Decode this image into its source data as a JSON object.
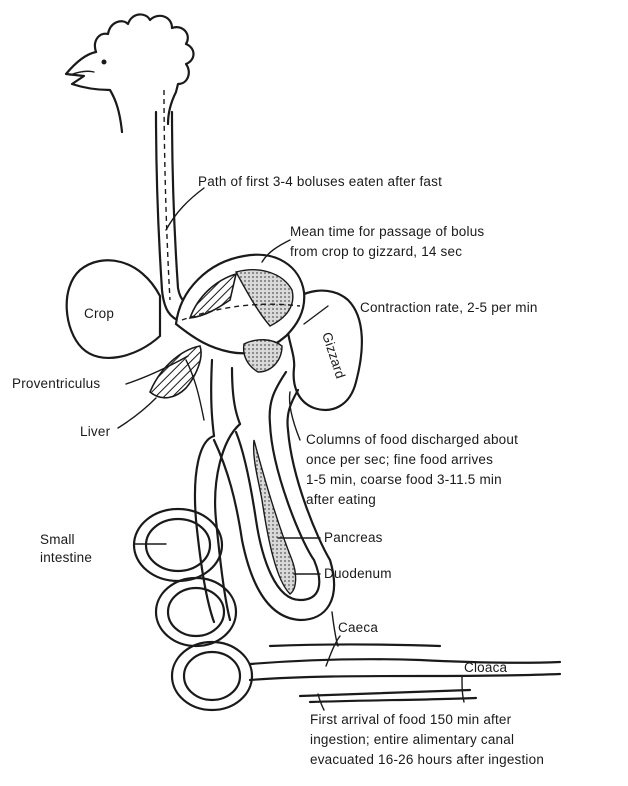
{
  "labels": {
    "path": "Path of first 3-4 boluses eaten after fast",
    "mean_time_1": "Mean time for passage of bolus",
    "mean_time_2": "from crop to gizzard, 14 sec",
    "crop": "Crop",
    "contraction": "Contraction rate, 2-5 per min",
    "gizzard": "Gizzard",
    "proventriculus": "Proventriculus",
    "liver": "Liver",
    "columns_1": "Columns of food discharged about",
    "columns_2": "once per sec; fine food arrives",
    "columns_3": "1-5 min, coarse food 3-11.5 min",
    "columns_4": "after eating",
    "small_intestine_1": "Small",
    "small_intestine_2": "intestine",
    "pancreas": "Pancreas",
    "duodenum": "Duodenum",
    "caeca": "Caeca",
    "cloaca": "Cloaca",
    "first_arrival_1": "First arrival of food 150 min after",
    "first_arrival_2": "ingestion; entire alimentary canal",
    "first_arrival_3": "evacuated 16-26 hours after ingestion"
  }
}
